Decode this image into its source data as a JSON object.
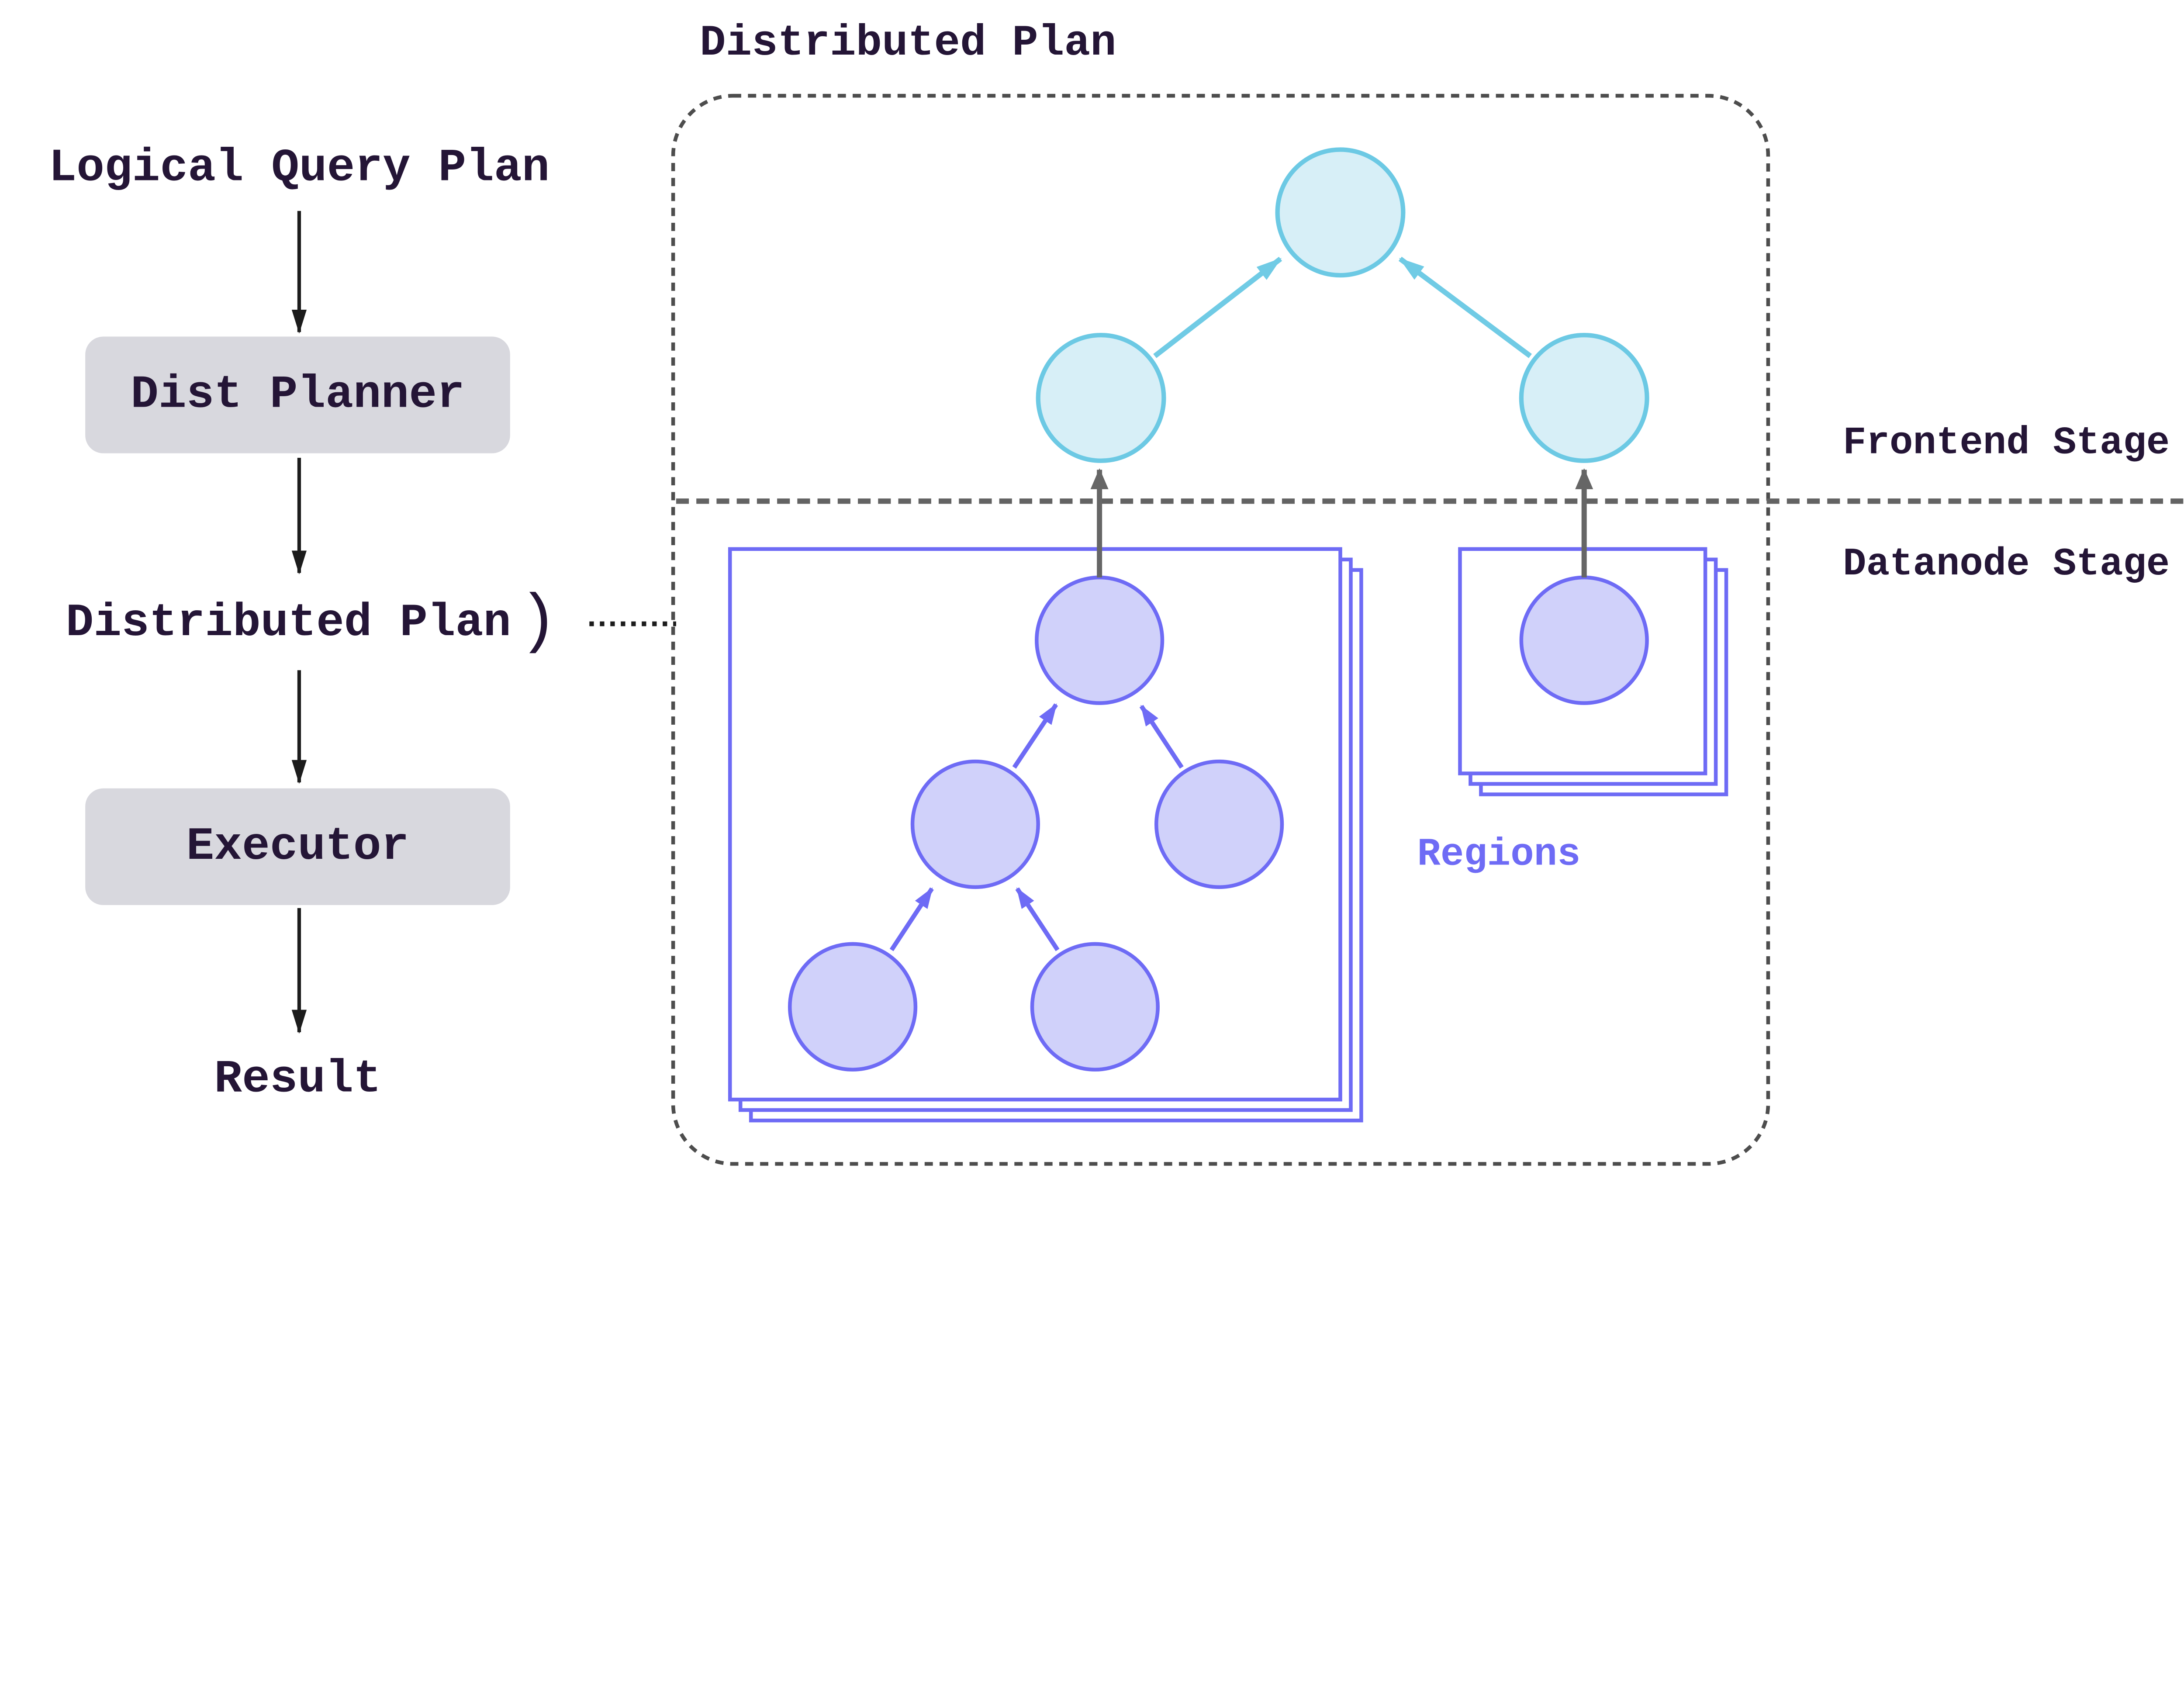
{
  "flow": {
    "logical_query_plan": "Logical Query Plan",
    "dist_planner": "Dist Planner",
    "distributed_plan": "Distributed Plan",
    "distributed_plan_bracket": ")",
    "executor": "Executor",
    "result": "Result"
  },
  "plan": {
    "title": "Distributed Plan",
    "frontend_stage": "Frontend Stage",
    "datanode_stage": "Datanode Stage",
    "regions": "Regions"
  },
  "structure": {
    "frontend_nodes": 3,
    "datanode_left_tree_nodes": 5,
    "datanode_right_tree_nodes": 1,
    "region_stack_layers": 3
  },
  "colors": {
    "background": "#ffffff",
    "text_dark": "#241536",
    "flow_arrow": "#1c1c1c",
    "flow_box_bg": "#d8d8de",
    "dashed_border": "#4d4d4d",
    "separator": "#636363",
    "gray_arrow": "#666666",
    "cyan_fill": "#d7eff7",
    "cyan_stroke": "#6cc9e4",
    "cyan_arrow": "#70cbe5",
    "purple_fill": "#d0d1fa",
    "purple_stroke": "#6e6bf5"
  }
}
